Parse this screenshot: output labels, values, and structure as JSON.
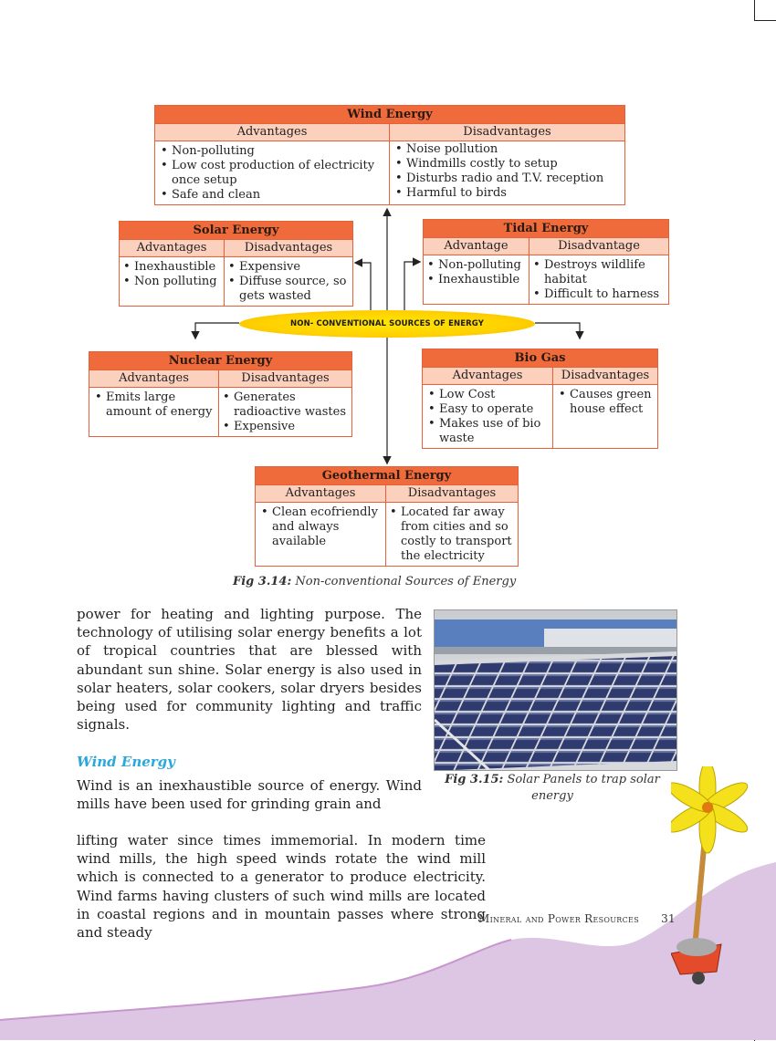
{
  "diagram": {
    "center_label": "NON- CONVENTIONAL SOURCES OF ENERGY",
    "wind": {
      "title": "Wind Energy",
      "adv_label": "Advantages",
      "dis_label": "Disadvantages",
      "advantages": [
        "Non-polluting",
        "Low cost production of electricity once setup",
        "Safe and clean"
      ],
      "disadvantages": [
        "Noise pollution",
        "Windmills costly to setup",
        "Disturbs radio and T.V. reception",
        "Harmful to birds"
      ]
    },
    "solar": {
      "title": "Solar Energy",
      "adv_label": "Advantages",
      "dis_label": "Disadvantages",
      "advantages": [
        "Inexhaustible",
        "Non polluting"
      ],
      "disadvantages": [
        "Expensive",
        "Diffuse source, so gets wasted"
      ]
    },
    "tidal": {
      "title": "Tidal Energy",
      "adv_label": "Advantage",
      "dis_label": "Disadvantage",
      "advantages": [
        "Non-polluting",
        "Inexhaustible"
      ],
      "disadvantages": [
        "Destroys wildlife habitat",
        "Difficult to harness"
      ]
    },
    "nuclear": {
      "title": "Nuclear Energy",
      "adv_label": "Advantages",
      "dis_label": "Disadvantages",
      "advantages": [
        "Emits large amount of energy"
      ],
      "disadvantages": [
        "Generates radioactive wastes",
        "Expensive"
      ]
    },
    "biogas": {
      "title": "Bio Gas",
      "adv_label": "Advantages",
      "dis_label": "Disadvantages",
      "advantages": [
        "Low Cost",
        "Easy to operate",
        "Makes use of bio waste"
      ],
      "disadvantages": [
        "Causes green house effect"
      ]
    },
    "geothermal": {
      "title": "Geothermal Energy",
      "adv_label": "Advantages",
      "dis_label": "Disadvantages",
      "advantages": [
        "Clean ecofriendly and always available"
      ],
      "disadvantages": [
        "Located far away from cities and so costly to transport the electricity"
      ]
    }
  },
  "fig314": {
    "label": "Fig 3.14:",
    "text": "Non-conventional Sources of Energy"
  },
  "paragraph1": "power for heating and lighting purpose. The technology of utilising solar energy benefits a lot of tropical countries that are blessed with abundant sun shine. Solar energy is also used in solar heaters, solar cookers, solar dryers besides being used for community lighting and traffic signals.",
  "fig315": {
    "label": "Fig 3.15:",
    "text": "Solar Panels to trap solar energy"
  },
  "wind_heading": "Wind Energy",
  "paragraph2a": "Wind is an inexhaustible source of energy. Wind mills have been used for grinding grain and",
  "paragraph2b": "lifting water since times immemorial. In modern time wind mills, the high speed winds rotate the wind mill which is connected to a generator to produce electricity. Wind farms having clusters of such wind mills are located in coastal regions and in mountain passes where strong and steady",
  "footer": {
    "title": "Mineral and Power Resources",
    "page": "31"
  },
  "colors": {
    "box_border": "#e8603a",
    "box_title": "#ef6b3c",
    "box_header": "#fbd1bd",
    "ellipse": "#ffd100",
    "heading": "#2aa8dc",
    "wave": "#dcc6e4"
  }
}
